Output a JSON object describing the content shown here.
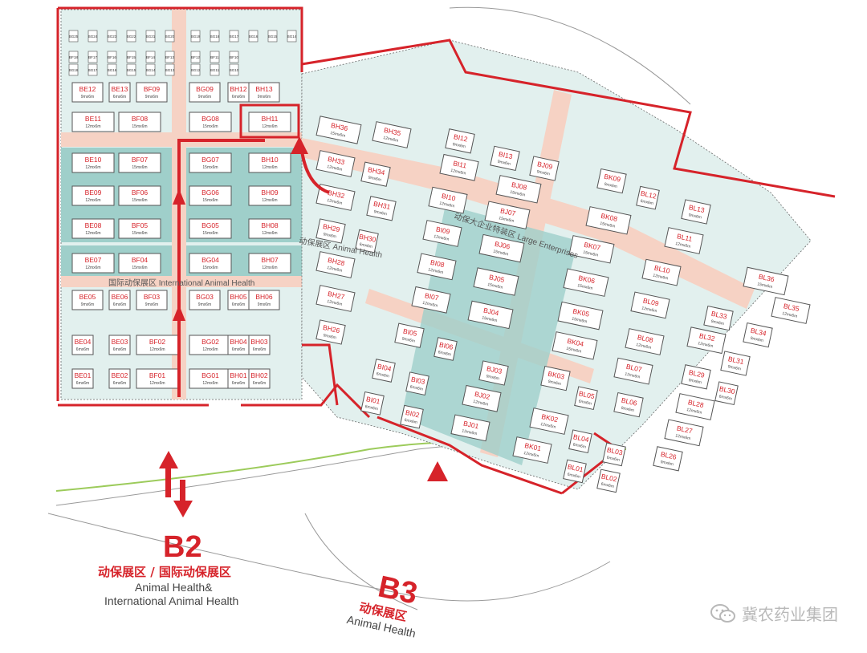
{
  "colors": {
    "wall": "#d6232a",
    "aisle": "#f6d2c4",
    "zone_light": "#e2f0ee",
    "zone_dark": "#9fcfca",
    "route": "#d6232a"
  },
  "zones": {
    "intl_label": "国际动保展区 International Animal Health",
    "animal_label": "动保展区 Animal Health",
    "large_label": "动保大企业特装区 Large Enterprises"
  },
  "halls": {
    "b2": {
      "name": "B2",
      "cn": "动保展区 / 国际动保展区",
      "en1": "Animal Health&",
      "en2": "International Animal Health"
    },
    "b3": {
      "name": "B3",
      "cn": "动保展区",
      "en": "Animal Health"
    }
  },
  "watermark": {
    "text": "冀农药业集团",
    "icon": "wechat-icon"
  },
  "booths_b2": [
    {
      "id": "BE12",
      "size": "9mx6m",
      "x": 0.5,
      "y": 2
    },
    {
      "id": "BE13",
      "size": "6mx6m",
      "x": 1.5,
      "y": 2
    },
    {
      "id": "BF09",
      "size": "9mx6m",
      "x": 2.5,
      "y": 2
    },
    {
      "id": "BG09",
      "size": "9mx6m",
      "x": 4,
      "y": 2
    },
    {
      "id": "BH12",
      "size": "6mx6m",
      "x": 5,
      "y": 2
    },
    {
      "id": "BH13",
      "size": "9mx6m",
      "x": 6,
      "y": 2
    },
    {
      "id": "BE11",
      "size": "12mx6m",
      "x": 0.5,
      "y": 3
    },
    {
      "id": "BF08",
      "size": "15mx6m",
      "x": 2,
      "y": 3
    },
    {
      "id": "BG08",
      "size": "15mx6m",
      "x": 4,
      "y": 3
    },
    {
      "id": "BH11",
      "size": "12mx6m",
      "x": 6,
      "y": 3
    },
    {
      "id": "BE10",
      "size": "12mx6m",
      "x": 0.5,
      "y": 4
    },
    {
      "id": "BF07",
      "size": "15mx6m",
      "x": 2,
      "y": 4
    },
    {
      "id": "BG07",
      "size": "15mx6m",
      "x": 4,
      "y": 4
    },
    {
      "id": "BH10",
      "size": "12mx6m",
      "x": 6,
      "y": 4
    },
    {
      "id": "BE09",
      "size": "12mx6m",
      "x": 0.5,
      "y": 5
    },
    {
      "id": "BF06",
      "size": "15mx6m",
      "x": 2,
      "y": 5
    },
    {
      "id": "BG06",
      "size": "15mx6m",
      "x": 4,
      "y": 5
    },
    {
      "id": "BH09",
      "size": "12mx6m",
      "x": 6,
      "y": 5
    },
    {
      "id": "BE08",
      "size": "12mx6m",
      "x": 0.5,
      "y": 6
    },
    {
      "id": "BF05",
      "size": "15mx6m",
      "x": 2,
      "y": 6
    },
    {
      "id": "BG05",
      "size": "15mx6m",
      "x": 4,
      "y": 6
    },
    {
      "id": "BH08",
      "size": "12mx6m",
      "x": 6,
      "y": 6
    },
    {
      "id": "BE07",
      "size": "12mx6m",
      "x": 0.5,
      "y": 7
    },
    {
      "id": "BF04",
      "size": "15mx6m",
      "x": 2,
      "y": 7
    },
    {
      "id": "BG04",
      "size": "15mx6m",
      "x": 4,
      "y": 7
    },
    {
      "id": "BH07",
      "size": "12mx6m",
      "x": 6,
      "y": 7
    },
    {
      "id": "BE05",
      "size": "9mx6m",
      "x": 0.5,
      "y": 8
    },
    {
      "id": "BE06",
      "size": "6mx6m",
      "x": 1.5,
      "y": 8
    },
    {
      "id": "BF03",
      "size": "9mx6m",
      "x": 2.5,
      "y": 8
    },
    {
      "id": "BG03",
      "size": "9mx6m",
      "x": 4,
      "y": 8
    },
    {
      "id": "BH05",
      "size": "6mx6m",
      "x": 5,
      "y": 8
    },
    {
      "id": "BH06",
      "size": "9mx6m",
      "x": 6,
      "y": 8
    },
    {
      "id": "BE04",
      "size": "6mx6m",
      "x": 0.5,
      "y": 9
    },
    {
      "id": "BE03",
      "size": "6mx6m",
      "x": 1.5,
      "y": 9
    },
    {
      "id": "BF02",
      "size": "12mx6m",
      "x": 2.5,
      "y": 9
    },
    {
      "id": "BG02",
      "size": "12mx6m",
      "x": 4,
      "y": 9
    },
    {
      "id": "BH04",
      "size": "6mx6m",
      "x": 5,
      "y": 9
    },
    {
      "id": "BH03",
      "size": "6mx6m",
      "x": 6,
      "y": 9
    },
    {
      "id": "BE01",
      "size": "6mx6m",
      "x": 0.5,
      "y": 10
    },
    {
      "id": "BE02",
      "size": "6mx6m",
      "x": 1.5,
      "y": 10
    },
    {
      "id": "BF01",
      "size": "12mx6m",
      "x": 2.5,
      "y": 10
    },
    {
      "id": "BG01",
      "size": "12mx6m",
      "x": 4,
      "y": 10
    },
    {
      "id": "BH01",
      "size": "6mx6m",
      "x": 5,
      "y": 10
    },
    {
      "id": "BH02",
      "size": "6mx6m",
      "x": 6,
      "y": 10
    }
  ],
  "mini_booths_top": [
    "BG25",
    "BG24",
    "BG23",
    "BG22",
    "BG21",
    "BG20",
    "BG19",
    "BG18",
    "BG17",
    "BG16",
    "BG15",
    "BG14"
  ],
  "mini_booths_mid": [
    "BF18",
    "BF17",
    "BF16",
    "BF15",
    "BF14",
    "BF13",
    "BF12",
    "BF11",
    "BF10"
  ],
  "mini_booths_bottom": [
    "BG18",
    "BG17",
    "BG16",
    "BG15",
    "BG14",
    "BG13",
    "BG12",
    "BG11",
    "BG10"
  ],
  "booths_b3": [
    {
      "id": "BH36",
      "size": "15mx6m",
      "x": 0,
      "y": 0
    },
    {
      "id": "BH35",
      "size": "12mx6m",
      "x": 1,
      "y": 0
    },
    {
      "id": "BI12",
      "size": "9mx6m",
      "x": 2.3,
      "y": 0
    },
    {
      "id": "BI13",
      "size": "9mx6m",
      "x": 3.1,
      "y": 0.4
    },
    {
      "id": "BJ09",
      "size": "9mx6m",
      "x": 3.8,
      "y": 0.6
    },
    {
      "id": "BH33",
      "size": "12mx6m",
      "x": 0,
      "y": 1
    },
    {
      "id": "BH34",
      "size": "9mx6m",
      "x": 0.8,
      "y": 1.2
    },
    {
      "id": "BI11",
      "size": "12mx6m",
      "x": 2.2,
      "y": 0.8
    },
    {
      "id": "BJ08",
      "size": "15mx6m",
      "x": 3.2,
      "y": 1.3
    },
    {
      "id": "BK09",
      "size": "9mx6m",
      "x": 5,
      "y": 0.8
    },
    {
      "id": "BL12",
      "size": "6mx6m",
      "x": 5.7,
      "y": 1.2
    },
    {
      "id": "BL13",
      "size": "9mx6m",
      "x": 6.5,
      "y": 1.5
    },
    {
      "id": "BH32",
      "size": "12mx6m",
      "x": 0,
      "y": 2
    },
    {
      "id": "BH31",
      "size": "9mx6m",
      "x": 0.9,
      "y": 2.2
    },
    {
      "id": "BI10",
      "size": "12mx6m",
      "x": 2,
      "y": 1.8
    },
    {
      "id": "BJ07",
      "size": "15mx6m",
      "x": 3,
      "y": 2.1
    },
    {
      "id": "BK08",
      "size": "15mx6m",
      "x": 4.8,
      "y": 2
    },
    {
      "id": "BL11",
      "size": "12mx6m",
      "x": 6.2,
      "y": 2.4
    },
    {
      "id": "BH29",
      "size": "9mx6m",
      "x": 0,
      "y": 3
    },
    {
      "id": "BH30",
      "size": "6mx6m",
      "x": 0.7,
      "y": 3.2
    },
    {
      "id": "BI09",
      "size": "12mx6m",
      "x": 1.9,
      "y": 2.8
    },
    {
      "id": "BJ06",
      "size": "15mx6m",
      "x": 2.9,
      "y": 3.1
    },
    {
      "id": "BK07",
      "size": "15mx6m",
      "x": 4.5,
      "y": 2.9
    },
    {
      "id": "BL10",
      "size": "12mx6m",
      "x": 5.8,
      "y": 3.4
    },
    {
      "id": "BL36",
      "size": "15mx6m",
      "x": 7.6,
      "y": 3.4
    },
    {
      "id": "BH28",
      "size": "12mx6m",
      "x": 0,
      "y": 4
    },
    {
      "id": "BI08",
      "size": "12mx6m",
      "x": 1.8,
      "y": 3.8
    },
    {
      "id": "BJ05",
      "size": "15mx6m",
      "x": 2.8,
      "y": 4.1
    },
    {
      "id": "BK06",
      "size": "15mx6m",
      "x": 4.4,
      "y": 3.9
    },
    {
      "id": "BL35",
      "size": "12mx6m",
      "x": 8.1,
      "y": 4.2
    },
    {
      "id": "BH27",
      "size": "12mx6m",
      "x": 0,
      "y": 5
    },
    {
      "id": "BI07",
      "size": "12mx6m",
      "x": 1.7,
      "y": 4.8
    },
    {
      "id": "BJ04",
      "size": "15mx6m",
      "x": 2.7,
      "y": 5.1
    },
    {
      "id": "BK05",
      "size": "15mx6m",
      "x": 4.3,
      "y": 4.9
    },
    {
      "id": "BL09",
      "size": "12mx6m",
      "x": 5.6,
      "y": 4.4
    },
    {
      "id": "BL33",
      "size": "9mx6m",
      "x": 6.9,
      "y": 4.6
    },
    {
      "id": "BL34",
      "size": "9mx6m",
      "x": 7.6,
      "y": 5
    },
    {
      "id": "BL32",
      "size": "12mx6m",
      "x": 6.6,
      "y": 5.3
    },
    {
      "id": "BH26",
      "size": "9mx6m",
      "x": 0,
      "y": 6
    },
    {
      "id": "BI05",
      "size": "9mx6m",
      "x": 1.4,
      "y": 5.9
    },
    {
      "id": "BI06",
      "size": "6mx6m",
      "x": 2.1,
      "y": 6.2
    },
    {
      "id": "BK04",
      "size": "15mx6m",
      "x": 4.2,
      "y": 5.8
    },
    {
      "id": "BL08",
      "size": "12mx6m",
      "x": 5.5,
      "y": 5.5
    },
    {
      "id": "BL31",
      "size": "9mx6m",
      "x": 7.2,
      "y": 5.9
    },
    {
      "id": "BJ03",
      "size": "9mx6m",
      "x": 2.9,
      "y": 6.8
    },
    {
      "id": "BK03",
      "size": "9mx6m",
      "x": 4,
      "y": 6.8
    },
    {
      "id": "BL07",
      "size": "12mx6m",
      "x": 5.3,
      "y": 6.4
    },
    {
      "id": "BL29",
      "size": "9mx6m",
      "x": 6.5,
      "y": 6.4
    },
    {
      "id": "BL30",
      "size": "6mx6m",
      "x": 7.1,
      "y": 6.8
    },
    {
      "id": "BI04",
      "size": "6mx6m",
      "x": 1,
      "y": 7
    },
    {
      "id": "BI03",
      "size": "6mx6m",
      "x": 1.6,
      "y": 7.3
    },
    {
      "id": "BJ02",
      "size": "12mx6m",
      "x": 2.6,
      "y": 7.6
    },
    {
      "id": "BL05",
      "size": "6mx6m",
      "x": 4.6,
      "y": 7.3
    },
    {
      "id": "BL06",
      "size": "9mx6m",
      "x": 5.3,
      "y": 7.4
    },
    {
      "id": "BL28",
      "size": "12mx6m",
      "x": 6.4,
      "y": 7.3
    },
    {
      "id": "BI01",
      "size": "6mx6m",
      "x": 0.8,
      "y": 8
    },
    {
      "id": "BI02",
      "size": "6mx6m",
      "x": 1.5,
      "y": 8.3
    },
    {
      "id": "BK02",
      "size": "12mx6m",
      "x": 3.8,
      "y": 8.1
    },
    {
      "id": "BL27",
      "size": "12mx6m",
      "x": 6.2,
      "y": 8.1
    },
    {
      "id": "BJ01",
      "size": "12mx6m",
      "x": 2.4,
      "y": 8.5
    },
    {
      "id": "BL04",
      "size": "6mx6m",
      "x": 4.5,
      "y": 8.6
    },
    {
      "id": "BL03",
      "size": "6mx6m",
      "x": 5.1,
      "y": 8.9
    },
    {
      "id": "BL26",
      "size": "9mx6m",
      "x": 6,
      "y": 8.9
    },
    {
      "id": "BK01",
      "size": "12mx6m",
      "x": 3.5,
      "y": 9
    },
    {
      "id": "BL01",
      "size": "6mx6m",
      "x": 4.4,
      "y": 9.5
    },
    {
      "id": "BL02",
      "size": "6mx6m",
      "x": 5,
      "y": 9.7
    }
  ]
}
